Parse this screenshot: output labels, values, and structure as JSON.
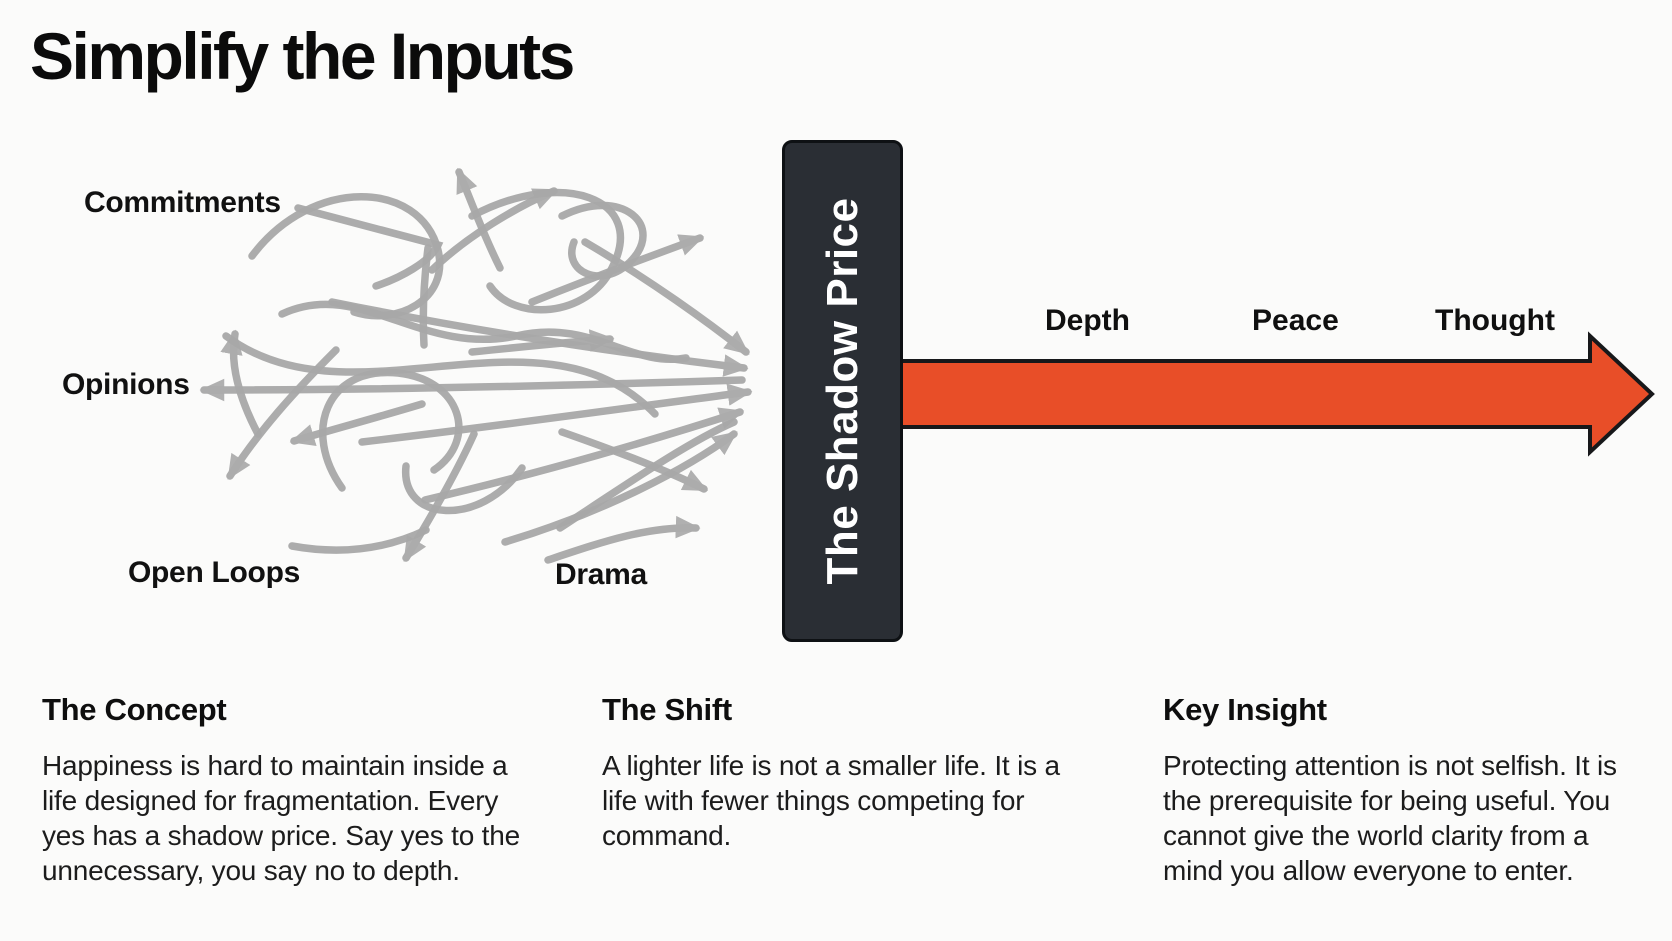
{
  "title": "Simplify the Inputs",
  "diagram": {
    "input_labels": {
      "commitments": "Commitments",
      "opinions": "Opinions",
      "open_loops": "Open Loops",
      "drama": "Drama"
    },
    "barrier_label": "The Shadow Price",
    "output_labels": {
      "first": "Depth",
      "second": "Peace",
      "third": "Thought"
    },
    "colors": {
      "tangle_gray": "#a8a8a8",
      "barrier_fill": "#2a2e34",
      "arrow_orange": "#e84e28",
      "arrow_outline": "#17181a"
    }
  },
  "sections": [
    {
      "heading": "The Concept",
      "lines": [
        "Happiness is hard to maintain inside a",
        "life designed for fragmentation. Every",
        "yes has a shadow price. Say yes to the",
        "unnecessary, you say no to depth."
      ]
    },
    {
      "heading": "The Shift",
      "lines": [
        "A lighter life is not a smaller life. It is a",
        "life with fewer things competing for",
        "command.",
        ""
      ]
    },
    {
      "heading": "Key Insight",
      "lines": [
        "Protecting attention is not selfish. It is",
        "the prerequisite for being useful. You",
        "cannot give the world clarity from a",
        "mind you allow everyone to enter."
      ]
    }
  ]
}
